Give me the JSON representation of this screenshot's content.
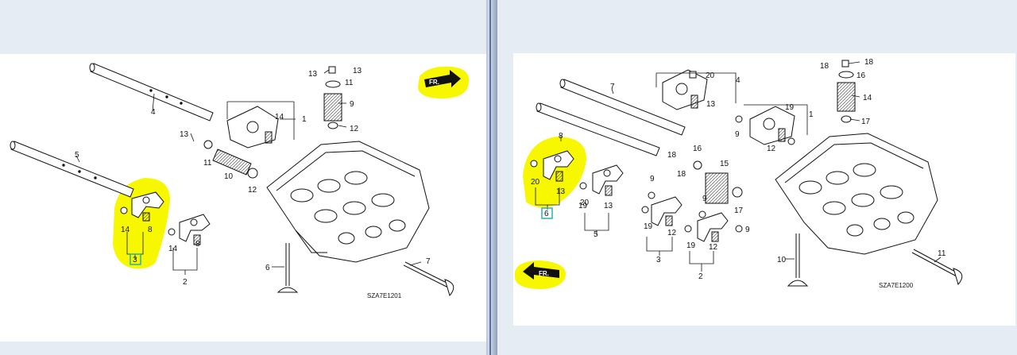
{
  "colors": {
    "highlight": "#f7f700",
    "callout_box": "#29b0b0",
    "ink": "#111111",
    "sheet": "#ffffff",
    "frame": "#e6ecf4"
  },
  "left": {
    "drawing_code": "SZA7E1201",
    "direction_label": "FR.",
    "boxed_label": "3",
    "labels": [
      "1",
      "2",
      "4",
      "5",
      "6",
      "7",
      "8",
      "8",
      "9",
      "10",
      "11",
      "11",
      "12",
      "12",
      "13",
      "13",
      "13",
      "14",
      "14",
      "14"
    ]
  },
  "right": {
    "drawing_code": "SZA7E1200",
    "direction_label": "FR.",
    "boxed_label": "6",
    "labels": [
      "1",
      "2",
      "3",
      "4",
      "5",
      "7",
      "8",
      "9",
      "9",
      "9",
      "9",
      "10",
      "11",
      "12",
      "12",
      "12",
      "13",
      "13",
      "13",
      "14",
      "15",
      "16",
      "16",
      "17",
      "17",
      "18",
      "18",
      "18",
      "18",
      "19",
      "19",
      "19",
      "19",
      "20",
      "20",
      "20"
    ]
  }
}
